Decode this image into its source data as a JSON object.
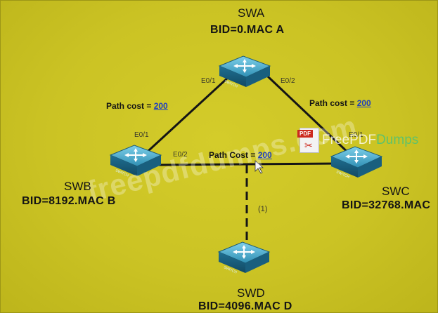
{
  "nodes": {
    "swa": {
      "name": "SWA",
      "bid": "BID=0.MAC A"
    },
    "swb": {
      "name": "SWB",
      "bid": "BID=8192.MAC B"
    },
    "swc": {
      "name": "SWC",
      "bid": "BID=32768.MAC"
    },
    "swd": {
      "name": "SWD",
      "bid": "BID=4096.MAC D"
    }
  },
  "device_label": "SWITCH",
  "ports": {
    "swa_left": "E0/1",
    "swa_right": "E0/2",
    "swb_top": "E0/1",
    "swb_right": "E0/2",
    "swc_top": "E0/1"
  },
  "links": {
    "ab": {
      "label": "Path cost =",
      "value": "200"
    },
    "ac": {
      "label": "Path cost =",
      "value": "200"
    },
    "bc": {
      "label": "Path Cost =",
      "value": "200"
    },
    "bd_marker": "(1)"
  },
  "watermark": "freepdfdumps.com",
  "logo": {
    "badge": "PDF",
    "text_main": "FreePDF",
    "text_accent": "Dumps"
  },
  "colors": {
    "background": "#cbc324",
    "switch": "#2f8fb4",
    "link_value": "#1f3fbf"
  }
}
